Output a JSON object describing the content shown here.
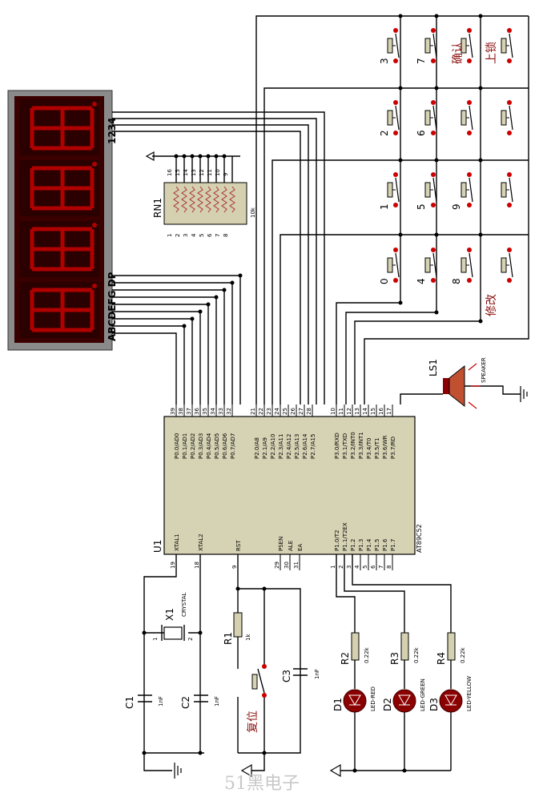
{
  "display": {
    "digit_pins": "1234",
    "segment_pins": "ABCDEFG DP"
  },
  "rn1": {
    "ref": "RN1",
    "value": "10k",
    "top_pins": [
      "16",
      "15",
      "14",
      "13",
      "12",
      "11",
      "10",
      "9"
    ],
    "bottom_pins": [
      "1",
      "2",
      "3",
      "4",
      "5",
      "6",
      "7",
      "8"
    ]
  },
  "keypad": {
    "labels": [
      "3",
      "7",
      "确认",
      "上锁",
      "2",
      "6",
      "1",
      "5",
      "9",
      "0",
      "4",
      "8",
      "修改"
    ]
  },
  "speaker": {
    "ref": "LS1",
    "type": "SPEAKER"
  },
  "mcu": {
    "ref": "U1",
    "part": "AT89C52",
    "top_pins": [
      {
        "num": "39",
        "name": "P0.0/AD0"
      },
      {
        "num": "38",
        "name": "P0.1/AD1"
      },
      {
        "num": "37",
        "name": "P0.2/AD2"
      },
      {
        "num": "36",
        "name": "P0.3/AD3"
      },
      {
        "num": "35",
        "name": "P0.4/AD4"
      },
      {
        "num": "34",
        "name": "P0.5/AD5"
      },
      {
        "num": "33",
        "name": "P0.6/AD6"
      },
      {
        "num": "32",
        "name": "P0.7/AD7"
      },
      {
        "num": "21",
        "name": "P2.0/A8"
      },
      {
        "num": "22",
        "name": "P2.1/A9"
      },
      {
        "num": "23",
        "name": "P2.2/A10"
      },
      {
        "num": "24",
        "name": "P2.3/A11"
      },
      {
        "num": "25",
        "name": "P2.4/A12"
      },
      {
        "num": "26",
        "name": "P2.5/A13"
      },
      {
        "num": "27",
        "name": "P2.6/A14"
      },
      {
        "num": "28",
        "name": "P2.7/A15"
      },
      {
        "num": "10",
        "name": "P3.0/RXD"
      },
      {
        "num": "11",
        "name": "P3.1/TXD"
      },
      {
        "num": "12",
        "name": "P3.2/INT0"
      },
      {
        "num": "13",
        "name": "P3.3/INT1"
      },
      {
        "num": "14",
        "name": "P3.4/T0"
      },
      {
        "num": "15",
        "name": "P3.5/T1"
      },
      {
        "num": "16",
        "name": "P3.6/WR"
      },
      {
        "num": "17",
        "name": "P3.7/RD"
      }
    ],
    "bottom_pins": [
      {
        "num": "19",
        "name": "XTAL1"
      },
      {
        "num": "18",
        "name": "XTAL2"
      },
      {
        "num": "9",
        "name": "RST"
      },
      {
        "num": "29",
        "name": "PSEN"
      },
      {
        "num": "30",
        "name": "ALE"
      },
      {
        "num": "31",
        "name": "EA"
      },
      {
        "num": "1",
        "name": "P1.0/T2"
      },
      {
        "num": "2",
        "name": "P1.1/T2EX"
      },
      {
        "num": "3",
        "name": "P1.2"
      },
      {
        "num": "4",
        "name": "P1.3"
      },
      {
        "num": "5",
        "name": "P1.4"
      },
      {
        "num": "6",
        "name": "P1.5"
      },
      {
        "num": "7",
        "name": "P1.6"
      },
      {
        "num": "8",
        "name": "P1.7"
      }
    ]
  },
  "crystal": {
    "ref": "X1",
    "type": "CRYSTAL",
    "pin1": "1",
    "pin2": "2"
  },
  "c1": {
    "ref": "C1",
    "value": "1nF"
  },
  "c2": {
    "ref": "C2",
    "value": "1nF"
  },
  "c3": {
    "ref": "C3",
    "value": "1nF"
  },
  "r1": {
    "ref": "R1",
    "value": "1k"
  },
  "reset": {
    "label": "复位"
  },
  "leds": [
    {
      "ref": "D1",
      "type": "LED-RED",
      "res_ref": "R2",
      "res_value": "0.22k"
    },
    {
      "ref": "D2",
      "type": "LED-GREEN",
      "res_ref": "R3",
      "res_value": "0.22k"
    },
    {
      "ref": "D3",
      "type": "LED-YELLOW",
      "res_ref": "R4",
      "res_value": "0.22k"
    }
  ],
  "watermark": "51黑电子"
}
